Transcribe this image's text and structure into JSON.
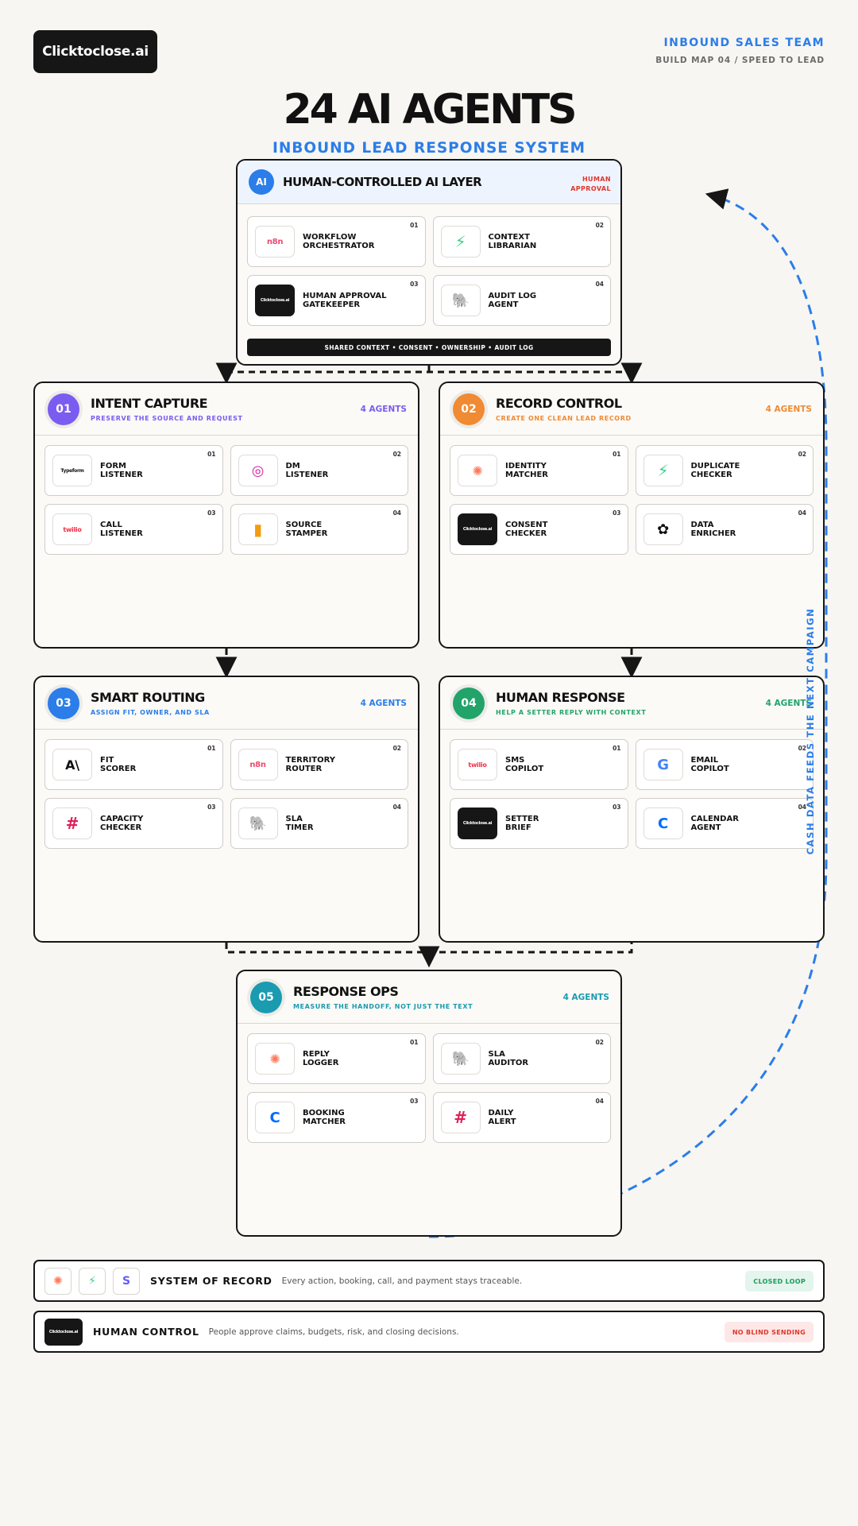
{
  "brand": {
    "logo_text": "Clicktoclose.ai"
  },
  "header": {
    "team": "INBOUND SALES TEAM",
    "build_map": "BUILD MAP 04 / SPEED TO LEAD",
    "title": "24 AI AGENTS",
    "subtitle": "INBOUND LEAD RESPONSE SYSTEM"
  },
  "ai_layer": {
    "badge": "AI",
    "title": "HUMAN-CONTROLLED AI LAYER",
    "approval": "HUMAN\nAPPROVAL",
    "accent": "#2b7de9",
    "shared": "SHARED CONTEXT • CONSENT • OWNERSHIP • AUDIT LOG",
    "agents": [
      {
        "num": "01",
        "name": "WORKFLOW\nORCHESTRATOR",
        "icon": "n8n-icon",
        "icon_text": "n8n"
      },
      {
        "num": "02",
        "name": "CONTEXT\nLIBRARIAN",
        "icon": "supabase-bolt-icon",
        "icon_text": "⚡"
      },
      {
        "num": "03",
        "name": "HUMAN APPROVAL\nGATEKEEPER",
        "icon": "clicktoclose-icon",
        "icon_text": "Clicktoclose.ai"
      },
      {
        "num": "04",
        "name": "AUDIT LOG\nAGENT",
        "icon": "postgres-elephant-icon",
        "icon_text": "🐘"
      }
    ]
  },
  "stages": [
    {
      "num": "01",
      "title": "INTENT CAPTURE",
      "subtitle": "PRESERVE THE SOURCE AND REQUEST",
      "count": "4 AGENTS",
      "color": "#7b5cf0",
      "agents": [
        {
          "num": "01",
          "name": "FORM\nLISTENER",
          "icon": "typeform-icon",
          "icon_text": "Typeform"
        },
        {
          "num": "02",
          "name": "DM\nLISTENER",
          "icon": "instagram-icon",
          "icon_text": "◎"
        },
        {
          "num": "03",
          "name": "CALL\nLISTENER",
          "icon": "twilio-icon",
          "icon_text": "twilio"
        },
        {
          "num": "04",
          "name": "SOURCE\nSTAMPER",
          "icon": "analytics-bars-icon",
          "icon_text": "▮"
        }
      ]
    },
    {
      "num": "02",
      "title": "RECORD CONTROL",
      "subtitle": "CREATE ONE CLEAN LEAD RECORD",
      "count": "4 AGENTS",
      "color": "#f08a33",
      "agents": [
        {
          "num": "01",
          "name": "IDENTITY\nMATCHER",
          "icon": "hubspot-icon",
          "icon_text": "✺"
        },
        {
          "num": "02",
          "name": "DUPLICATE\nCHECKER",
          "icon": "supabase-bolt-icon",
          "icon_text": "⚡"
        },
        {
          "num": "03",
          "name": "CONSENT\nCHECKER",
          "icon": "clicktoclose-icon",
          "icon_text": "Clicktoclose.ai"
        },
        {
          "num": "04",
          "name": "DATA\nENRICHER",
          "icon": "openai-icon",
          "icon_text": "✿"
        }
      ]
    },
    {
      "num": "03",
      "title": "SMART ROUTING",
      "subtitle": "ASSIGN FIT, OWNER, AND SLA",
      "count": "4 AGENTS",
      "color": "#2b7de9",
      "agents": [
        {
          "num": "01",
          "name": "FIT\nSCORER",
          "icon": "anthropic-icon",
          "icon_text": "A\\"
        },
        {
          "num": "02",
          "name": "TERRITORY\nROUTER",
          "icon": "n8n-icon",
          "icon_text": "n8n"
        },
        {
          "num": "03",
          "name": "CAPACITY\nCHECKER",
          "icon": "slack-icon",
          "icon_text": "#"
        },
        {
          "num": "04",
          "name": "SLA\nTIMER",
          "icon": "postgres-elephant-icon",
          "icon_text": "🐘"
        }
      ]
    },
    {
      "num": "04",
      "title": "HUMAN RESPONSE",
      "subtitle": "HELP A SETTER REPLY WITH CONTEXT",
      "count": "4 AGENTS",
      "color": "#22a36a",
      "agents": [
        {
          "num": "01",
          "name": "SMS\nCOPILOT",
          "icon": "twilio-icon",
          "icon_text": "twilio"
        },
        {
          "num": "02",
          "name": "EMAIL\nCOPILOT",
          "icon": "google-icon",
          "icon_text": "G"
        },
        {
          "num": "03",
          "name": "SETTER\nBRIEF",
          "icon": "clicktoclose-icon",
          "icon_text": "Clicktoclose.ai"
        },
        {
          "num": "04",
          "name": "CALENDAR\nAGENT",
          "icon": "calendly-icon",
          "icon_text": "C"
        }
      ]
    },
    {
      "num": "05",
      "title": "RESPONSE OPS",
      "subtitle": "MEASURE THE HANDOFF, NOT JUST THE TEXT",
      "count": "4 AGENTS",
      "color": "#1a9bb0",
      "agents": [
        {
          "num": "01",
          "name": "REPLY\nLOGGER",
          "icon": "hubspot-icon",
          "icon_text": "✺"
        },
        {
          "num": "02",
          "name": "SLA\nAUDITOR",
          "icon": "postgres-elephant-icon",
          "icon_text": "🐘"
        },
        {
          "num": "03",
          "name": "BOOKING\nMATCHER",
          "icon": "calendly-icon",
          "icon_text": "C"
        },
        {
          "num": "04",
          "name": "DAILY\nALERT",
          "icon": "slack-icon",
          "icon_text": "#"
        }
      ]
    }
  ],
  "loop_label": "CASH DATA FEEDS THE NEXT CAMPAIGN",
  "system_of_record": {
    "label": "SYSTEM OF RECORD",
    "description": "Every action, booking, call, and payment stays traceable.",
    "badge": "CLOSED LOOP",
    "icons": [
      "hubspot-icon",
      "supabase-bolt-icon",
      "stripe-icon"
    ],
    "icon_texts": [
      "✺",
      "⚡",
      "S"
    ]
  },
  "human_control": {
    "label": "HUMAN CONTROL",
    "description": "People approve claims, budgets, risk, and closing decisions.",
    "badge": "NO BLIND SENDING",
    "icon": "clicktoclose-icon",
    "icon_text": "Clicktoclose.ai"
  },
  "colors": {
    "hubspot": "#ff7a59",
    "supabase": "#3ecf8e",
    "twilio": "#f22f46",
    "instagram": "#d6249f",
    "postgres": "#336791",
    "stripe": "#635bff",
    "google": "#4285f4",
    "calendly": "#006bff",
    "n8n": "#ea4b71",
    "analytics": "#f29d12",
    "closed_loop_bg": "#e3f5ec",
    "closed_loop_fg": "#1e9a5c",
    "no_blind_bg": "#fde8e7",
    "no_blind_fg": "#e0362c"
  }
}
